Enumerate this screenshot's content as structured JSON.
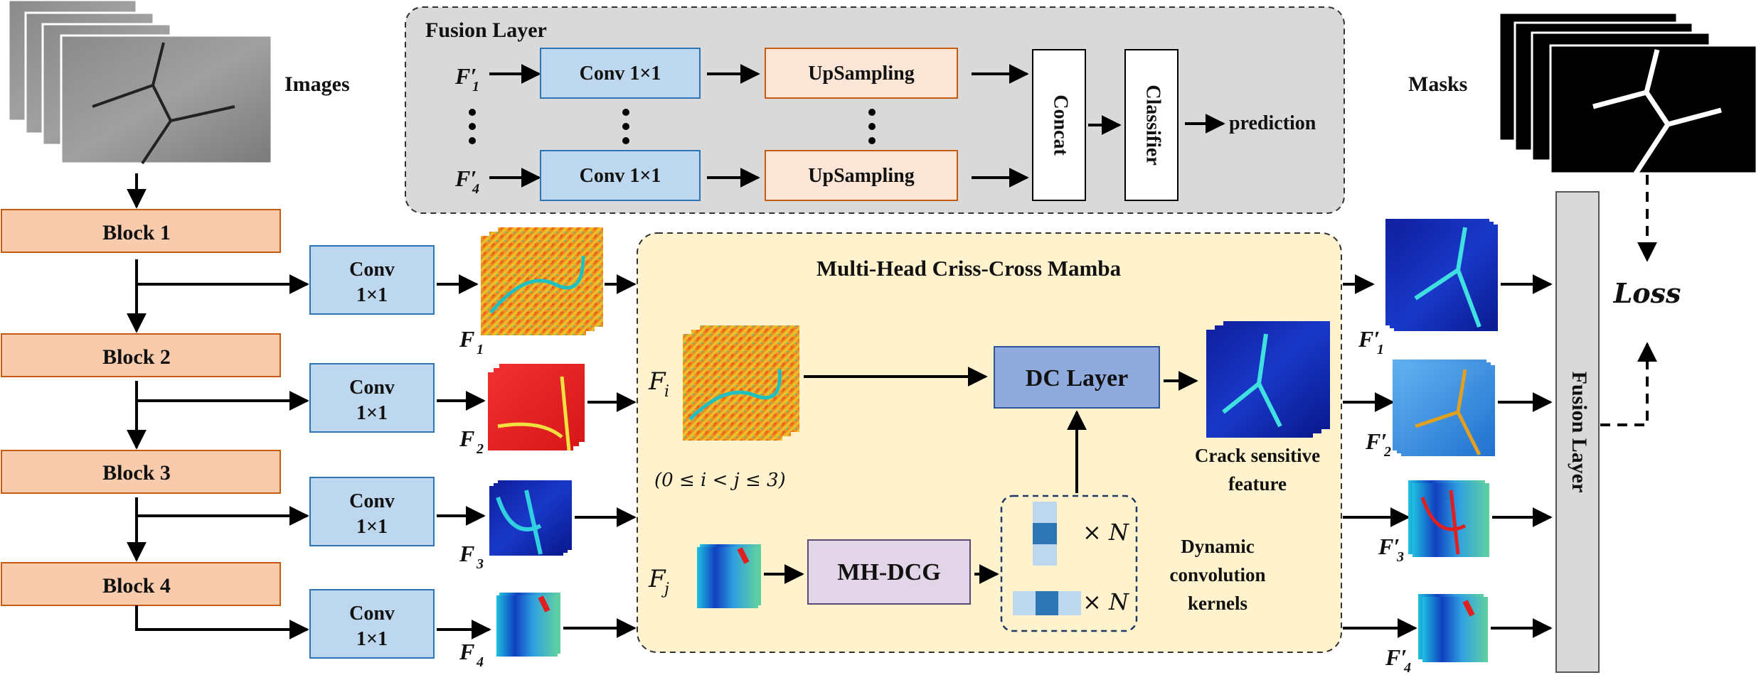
{
  "inputs": {
    "images_label": "Images",
    "masks_label": "Masks"
  },
  "fusion_top": {
    "title": "Fusion Layer",
    "in_first": "F′",
    "in_first_sub": "1",
    "in_last": "F′",
    "in_last_sub": "4",
    "conv_label": "Conv 1×1",
    "upsampling_label": "UpSampling",
    "concat_label": "Concat",
    "classifier_label": "Classifier",
    "output_label": "prediction"
  },
  "encoder": {
    "blocks": [
      "Block 1",
      "Block 2",
      "Block 3",
      "Block 4"
    ],
    "conv_line1": "Conv",
    "conv_line2": "1×1",
    "features": [
      {
        "name": "F",
        "sub": "1"
      },
      {
        "name": "F",
        "sub": "2"
      },
      {
        "name": "F",
        "sub": "3"
      },
      {
        "name": "F",
        "sub": "4"
      }
    ]
  },
  "mamba": {
    "title": "Multi-Head Criss-Cross Mamba",
    "fi": "F",
    "fi_sub": "i",
    "fj": "F",
    "fj_sub": "j",
    "condition": "(0 ≤ i < j ≤ 3)",
    "dc_layer": "DC Layer",
    "mhdcg": "MH-DCG",
    "times_n": "× N",
    "crack_line1": "Crack sensitive",
    "crack_line2": "feature",
    "dyn_line1": "Dynamic",
    "dyn_line2": "convolution",
    "dyn_line3": "kernels"
  },
  "outputs": {
    "features": [
      {
        "name": "F′",
        "sub": "1"
      },
      {
        "name": "F′",
        "sub": "2"
      },
      {
        "name": "F′",
        "sub": "3"
      },
      {
        "name": "F′",
        "sub": "4"
      }
    ]
  },
  "fusion_right": {
    "label": "Fusion Layer"
  },
  "loss_label": "Loss",
  "colors": {
    "block_fill": "#f8cbad",
    "block_stroke": "#c55a11",
    "conv_fill": "#bdd7ee",
    "conv_stroke": "#2e75b6",
    "upsample_fill": "#fbe5d6",
    "upsample_stroke": "#c55a11",
    "fusion_bg": "#d9d9d9",
    "mamba_bg": "#fff2cc",
    "dc_fill": "#8faadc",
    "mhdcg_fill": "#e1d5e7",
    "side_fusion_fill": "#d9d9d9",
    "heat_low": "#0a1f8f",
    "heat_mid": "#20c0c0",
    "heat_high": "#e02020"
  }
}
